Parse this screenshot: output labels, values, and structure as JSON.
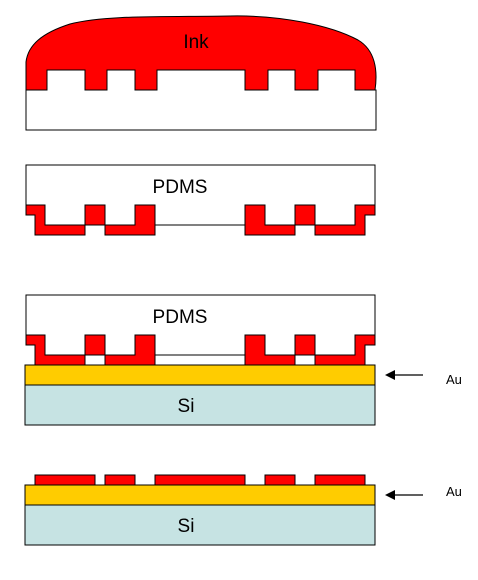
{
  "labels": {
    "ink": "Ink",
    "pdms_1": "PDMS",
    "pdms_2": "PDMS",
    "au_1": "Au",
    "au_2": "Au",
    "si_1": "Si",
    "si_2": "Si"
  },
  "colors": {
    "ink": "#ff0000",
    "gold": "#ffcc00",
    "silicon": "#c6e3e3",
    "stamp": "#ffffff",
    "outline": "#000000"
  }
}
